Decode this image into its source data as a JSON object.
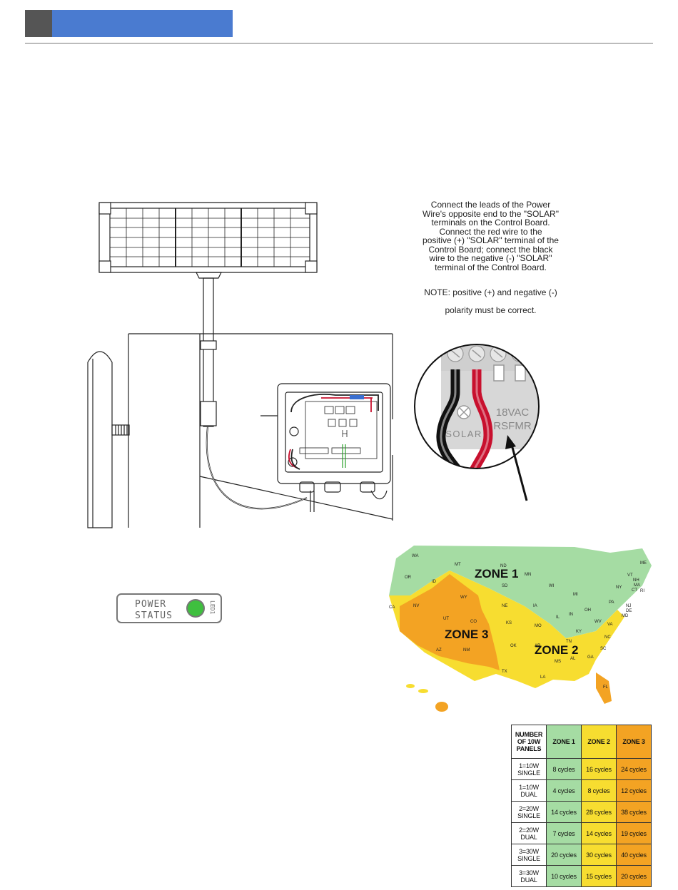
{
  "instructions": {
    "text_lines": [
      "Connect the leads of the Power",
      "Wire's opposite end to the \"SOLAR\"",
      "terminals on the Control Board.",
      "Connect the red wire to the",
      "positive (+) \"SOLAR\" terminal of the",
      "Control Board; connect the black",
      "wire to the negative (-) \"SOLAR\"",
      "terminal of the Control Board."
    ],
    "note_lines": [
      "NOTE: positive (+) and negative (-)",
      "polarity must be correct."
    ]
  },
  "terminal_detail": {
    "solar_label": "SOLAR",
    "voltage_label": "18VAC",
    "xfmr_label": "RSFMR",
    "wire_colors": {
      "positive": "#c8102e",
      "negative": "#111111"
    }
  },
  "power_status": {
    "line1": "POWER",
    "line2": "STATUS",
    "led_label": "LED1",
    "led_color": "#3fbf3f"
  },
  "zone_map": {
    "zone_labels": [
      "ZONE 1",
      "ZONE 2",
      "ZONE 3"
    ],
    "zone_colors": {
      "zone1": "#a5dca3",
      "zone2": "#f7dd30",
      "zone3": "#f3a323"
    },
    "states": [
      "WA",
      "MT",
      "ND",
      "OR",
      "ID",
      "SD",
      "MN",
      "WI",
      "MI",
      "NY",
      "VT",
      "NH",
      "MA",
      "CT",
      "RI",
      "ME",
      "PA",
      "NJ",
      "DE",
      "MD",
      "WY",
      "NE",
      "IA",
      "IL",
      "IN",
      "OH",
      "NV",
      "CA",
      "UT",
      "CO",
      "KS",
      "MO",
      "WV",
      "VA",
      "KY",
      "NC",
      "AZ",
      "NM",
      "OK",
      "AR",
      "TN",
      "SC",
      "GA",
      "AL",
      "MS",
      "LA",
      "TX",
      "FL"
    ]
  },
  "panel_table": {
    "headers": [
      "NUMBER OF 10W PANELS",
      "ZONE 1",
      "ZONE 2",
      "ZONE 3"
    ],
    "rows": [
      {
        "panel_line1": "1=10W",
        "panel_line2": "SINGLE",
        "z1": "8 cycles",
        "z2": "16 cycles",
        "z3": "24 cycles"
      },
      {
        "panel_line1": "1=10W",
        "panel_line2": "DUAL",
        "z1": "4 cycles",
        "z2": "8 cycles",
        "z3": "12 cycles"
      },
      {
        "panel_line1": "2=20W",
        "panel_line2": "SINGLE",
        "z1": "14 cycles",
        "z2": "28 cycles",
        "z3": "38 cycles"
      },
      {
        "panel_line1": "2=20W",
        "panel_line2": "DUAL",
        "z1": "7 cycles",
        "z2": "14 cycles",
        "z3": "19 cycles"
      },
      {
        "panel_line1": "3=30W",
        "panel_line2": "SINGLE",
        "z1": "20 cycles",
        "z2": "30 cycles",
        "z3": "40 cycles"
      },
      {
        "panel_line1": "3=30W",
        "panel_line2": "DUAL",
        "z1": "10 cycles",
        "z2": "15 cycles",
        "z3": "20 cycles"
      }
    ]
  }
}
